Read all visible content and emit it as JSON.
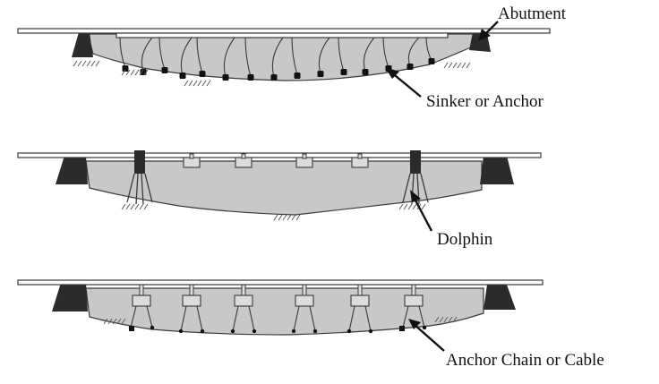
{
  "labels": {
    "abutment": "Abutment",
    "sinker": "Sinker or Anchor",
    "dolphin": "Dolphin",
    "anchor_chain": "Anchor Chain or Cable"
  },
  "colors": {
    "water": "#c8c8c8",
    "outline": "#3a3a3a",
    "abutment": "#2b2b2b",
    "hatch": "#5a5a5a",
    "deck": "#ffffff",
    "pontoon": "#dcdcdc"
  }
}
